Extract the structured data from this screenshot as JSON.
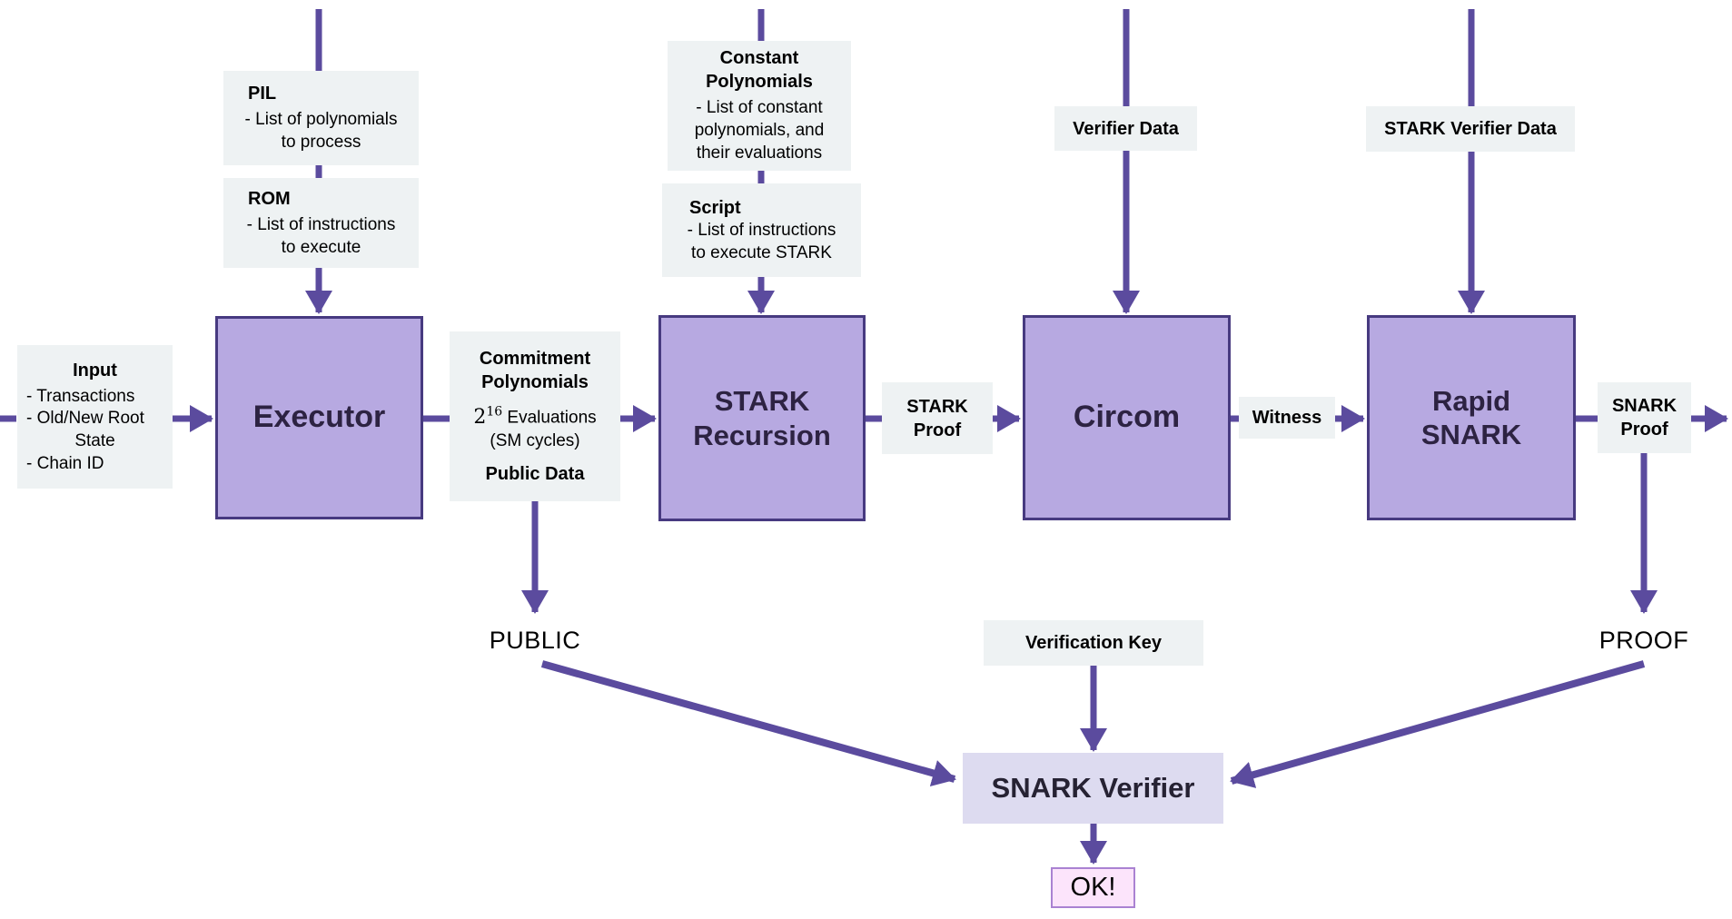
{
  "diagram": {
    "process_boxes": {
      "executor": {
        "label": "Executor"
      },
      "stark_recursion": {
        "line1": "STARK",
        "line2": "Recursion"
      },
      "circom": {
        "label": "Circom"
      },
      "rapid_snark": {
        "line1": "Rapid",
        "line2": "SNARK"
      }
    },
    "info_boxes": {
      "pil": {
        "title": "PIL",
        "lines": [
          "- List of polynomials",
          "to process"
        ]
      },
      "rom": {
        "title": "ROM",
        "lines": [
          "- List of instructions",
          "to execute"
        ]
      },
      "input": {
        "title": "Input",
        "items": [
          "- Transactions",
          "- Old/New Root",
          "State",
          "- Chain ID"
        ]
      },
      "commitment_polynomials": {
        "title_line1": "Commitment",
        "title_line2": "Polynomials",
        "eval_base": "2",
        "eval_sup": "16",
        "eval_text": " Evaluations",
        "eval_note": "(SM cycles)",
        "footer": "Public Data"
      },
      "constant_polynomials": {
        "title_line1": "Constant",
        "title_line2": "Polynomials",
        "lines": [
          "- List of constant",
          "polynomials, and",
          "their evaluations"
        ]
      },
      "script": {
        "title": "Script",
        "lines": [
          "- List of instructions",
          "to execute STARK"
        ]
      },
      "verifier_data": {
        "label": "Verifier Data"
      },
      "stark_verifier_data": {
        "label": "STARK Verifier Data"
      },
      "stark_proof": {
        "line1": "STARK",
        "line2": "Proof"
      },
      "witness": {
        "label": "Witness"
      },
      "snark_proof": {
        "line1": "SNARK",
        "line2": "Proof"
      },
      "verification_key": {
        "label": "Verification Key"
      }
    },
    "terminal_boxes": {
      "snark_verifier": {
        "label": "SNARK Verifier"
      },
      "ok": {
        "label": "OK!"
      }
    },
    "floating_labels": {
      "public": "PUBLIC",
      "proof": "PROOF"
    },
    "colors": {
      "process_fill": "#b7a9e1",
      "process_border": "#473a80",
      "process_text": "#2d2342",
      "info_fill": "#eef2f3",
      "arrow": "#5b4b9e",
      "snark_verifier_fill": "#dddbf0",
      "ok_fill": "#fce4fb",
      "ok_border": "#aa82d2"
    }
  }
}
